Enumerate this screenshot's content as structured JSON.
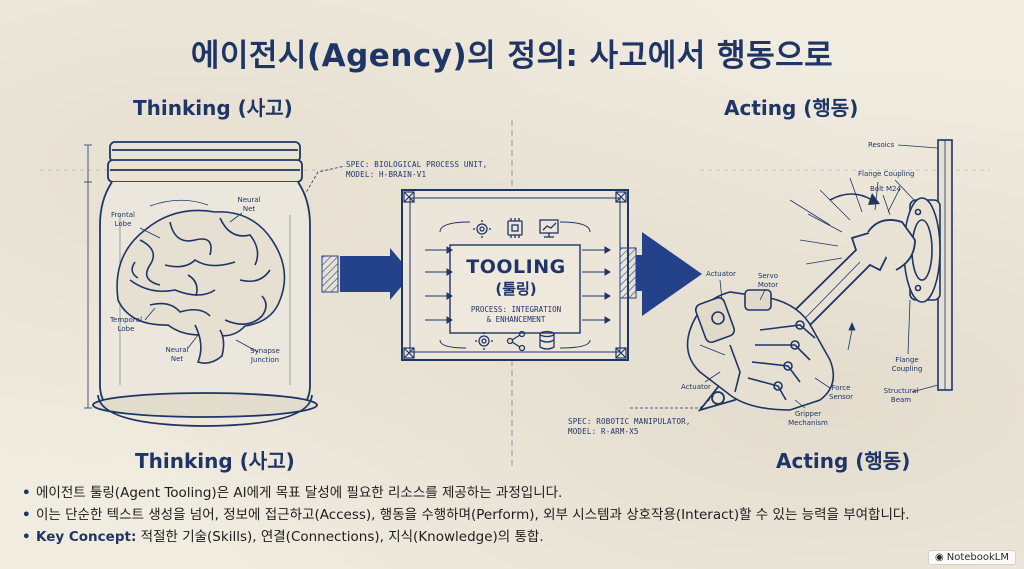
{
  "title": "에이전시(Agency)의 정의: 사고에서 행동으로",
  "left": {
    "heading_top": "Thinking (사고)",
    "heading_bottom": "Thinking (사고)",
    "spec_line1": "SPEC: BIOLOGICAL PROCESS UNIT,",
    "spec_line2": "MODEL: H-BRAIN-V1",
    "labels": {
      "frontal": "Frontal Lobe",
      "neural_top": "Neural Net",
      "temporal": "Temporal Lobe",
      "neural_bottom": "Neural Net",
      "synapse": "Synapse Junction"
    }
  },
  "center": {
    "title": "TOOLING",
    "subtitle": "(툴링)",
    "process_line1": "PROCESS: INTEGRATION",
    "process_line2": "& ENHANCEMENT"
  },
  "right": {
    "heading_top": "Acting (행동)",
    "heading_bottom": "Acting (행동)",
    "spec_line1": "SPEC: ROBOTIC MANIPULATOR,",
    "spec_line2": "MODEL: R-ARM-X5",
    "labels": {
      "resoics": "Resoics",
      "flange_top": "Flange Coupling",
      "bolt": "Bolt M24",
      "actuator_top": "Actuator",
      "servo": "Servo Motor",
      "flange_bottom": "Flange Coupling",
      "actuator_bottom": "Actuator",
      "force": "Force Sensor",
      "gripper": "Gripper Mechanism",
      "beam": "Structural Beam"
    }
  },
  "bullets": {
    "b1": "에이전트 툴링(Agent Tooling)은 AI에게 목표 달성에 필요한 리소스를 제공하는 과정입니다.",
    "b2": "이는 단순한 텍스트 생성을 넘어, 정보에 접근하고(Access), 행동을 수행하며(Perform), 외부 시스템과 상호작용(Interact)할 수 있는 능력을 부여합니다.",
    "b3_key": "Key Concept:",
    "b3_text": " 적절한 기술(Skills), 연결(Connections), 지식(Knowledge)의 통합."
  },
  "brand": "NotebookLM",
  "colors": {
    "ink": "#1f3566",
    "paper": "#f1ece0",
    "arrow": "#23428a"
  }
}
